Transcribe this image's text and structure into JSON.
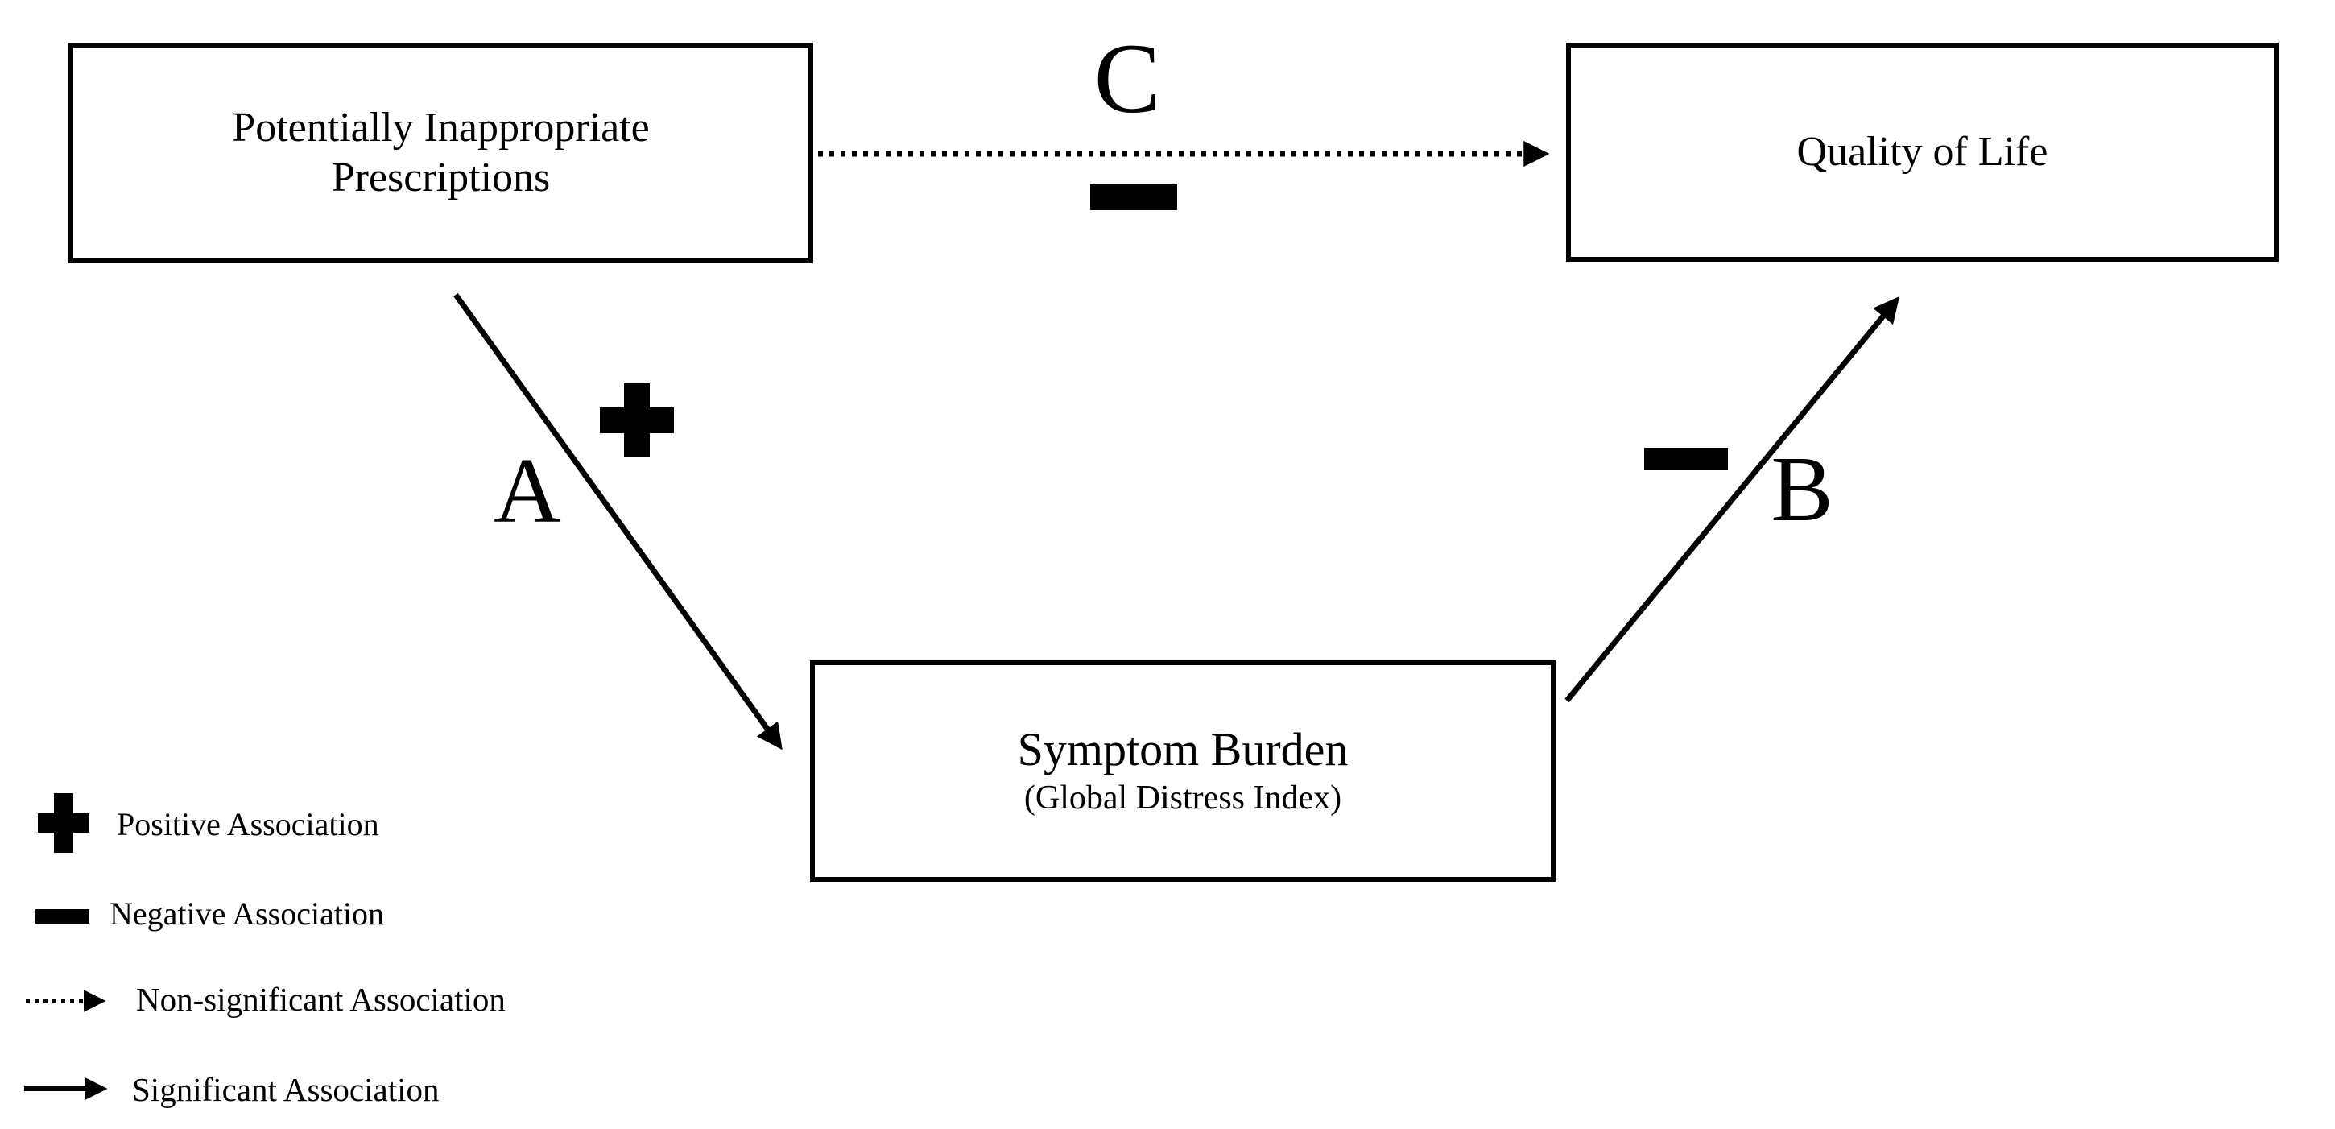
{
  "figure": {
    "type": "mediation-path-diagram",
    "colors": {
      "ink": "#000000",
      "background": "#ffffff"
    },
    "nodes": {
      "predictor": {
        "line1": "Potentially Inappropriate",
        "line2": "Prescriptions"
      },
      "outcome": {
        "label": "Quality of Life"
      },
      "mediator": {
        "label": "Symptom Burden",
        "sublabel": "(Global Distress Index)"
      }
    },
    "paths": {
      "a": {
        "label": "A",
        "sign": "+",
        "line_style": "solid",
        "from": "predictor",
        "to": "mediator"
      },
      "b": {
        "label": "B",
        "sign": "−",
        "line_style": "solid",
        "from": "mediator",
        "to": "outcome"
      },
      "c": {
        "label": "C",
        "sign": "−",
        "line_style": "dotted",
        "from": "predictor",
        "to": "outcome"
      }
    },
    "legend": [
      {
        "symbol": "plus",
        "label": "Positive Association"
      },
      {
        "symbol": "minus",
        "label": "Negative Association"
      },
      {
        "symbol": "dotted-arrow",
        "label": "Non-significant Association"
      },
      {
        "symbol": "solid-arrow",
        "label": "Significant Association"
      }
    ]
  }
}
